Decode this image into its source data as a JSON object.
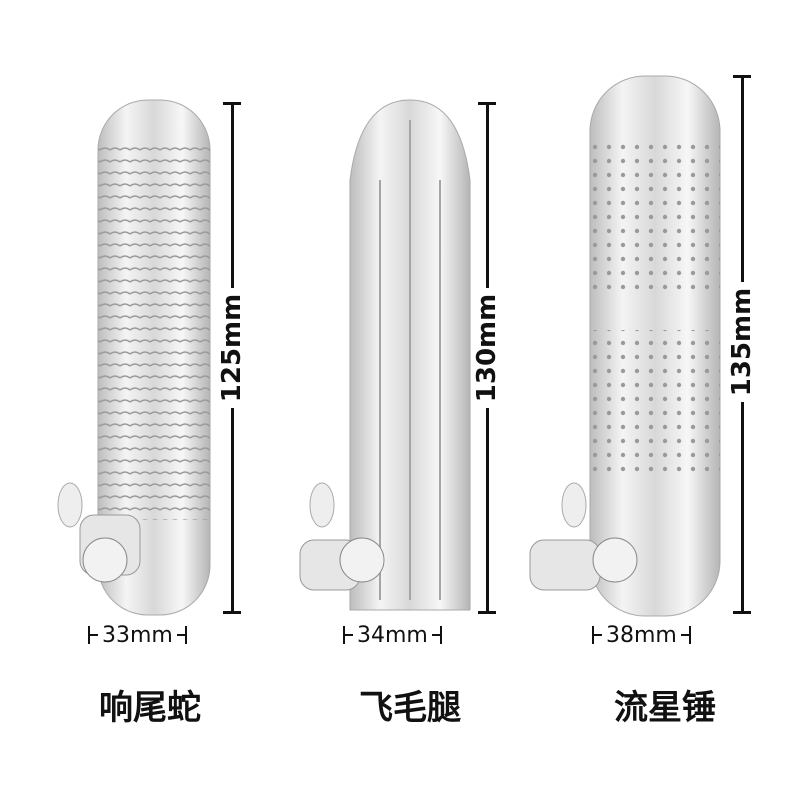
{
  "products": [
    {
      "name": "响尾蛇",
      "length": "125mm",
      "width": "33mm"
    },
    {
      "name": "飞毛腿",
      "length": "130mm",
      "width": "34mm"
    },
    {
      "name": "流星锤",
      "length": "135mm",
      "width": "38mm"
    }
  ]
}
